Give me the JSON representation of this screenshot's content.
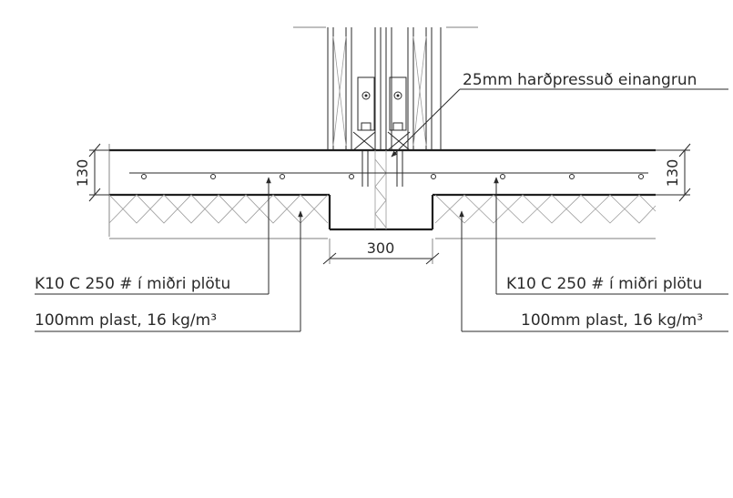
{
  "labels": {
    "insulation_top": "25mm harðpressuð einangrun",
    "rebar_left": "K10 C 250  # í miðri plötu",
    "rebar_right": "K10 C 250  # í miðri plötu",
    "plastic_left": "100mm plast, 16 kg/m³",
    "plastic_right": "100mm plast, 16 kg/m³"
  },
  "dimensions": {
    "slab_left": "130",
    "slab_right": "130",
    "footing_width": "300"
  },
  "colors": {
    "ink": "#2a2a2a",
    "hatch": "#9a9a9a"
  }
}
